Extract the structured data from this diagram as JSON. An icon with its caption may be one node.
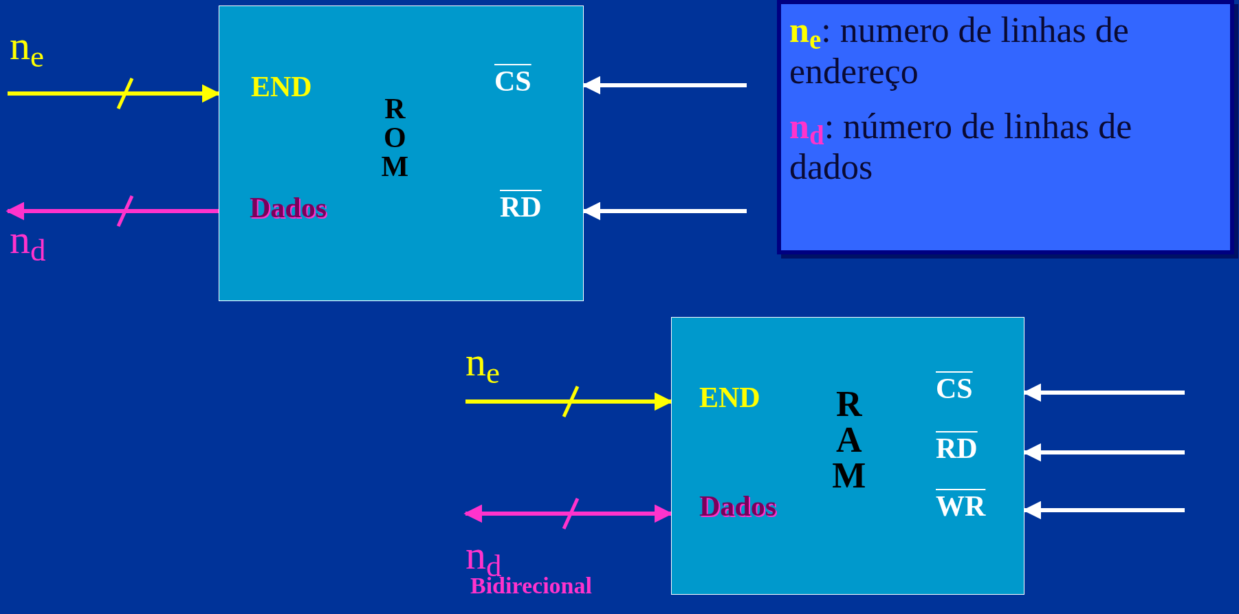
{
  "diagram": {
    "nodes": [
      {
        "text": [
          "END",
          "R O M",
          "CS",
          "Dados",
          "RD"
        ]
      },
      {
        "text": [
          "n$_{e}$",
          ": numero de linhas de endereço",
          "n$_{d}$",
          ": número de linhas de dados"
        ]
      },
      {
        "text": [
          "END",
          "R A M",
          "CS",
          "RD",
          "Dados",
          "WR"
        ]
      }
    ],
    "edges": [
      {
        "from": null,
        "to": 0,
        "arrow": "to",
        "color": "#ffff00"
      },
      {
        "from": 0,
        "to": null,
        "arrow": "to",
        "color": "#ff33cc"
      },
      {
        "from": null,
        "to": 0,
        "arrow": "to"
      },
      {
        "from": null,
        "to": 0,
        "arrow": "to"
      },
      {
        "from": null,
        "to": 2,
        "arrow": "to",
        "color": "#ffff00"
      },
      {
        "from": null,
        "to": 2,
        "arrow": "both",
        "color": "#ff33cc"
      },
      {
        "from": null,
        "to": 2,
        "arrow": "to"
      },
      {
        "from": null,
        "to": 2,
        "arrow": "to"
      },
      {
        "from": null,
        "to": 2,
        "arrow": "to"
      }
    ],
    "labels": [
      "n$_{e}$",
      "n$_{d}$",
      "n$_{e}$",
      "n$_{d}$",
      "Bidirecional"
    ]
  }
}
